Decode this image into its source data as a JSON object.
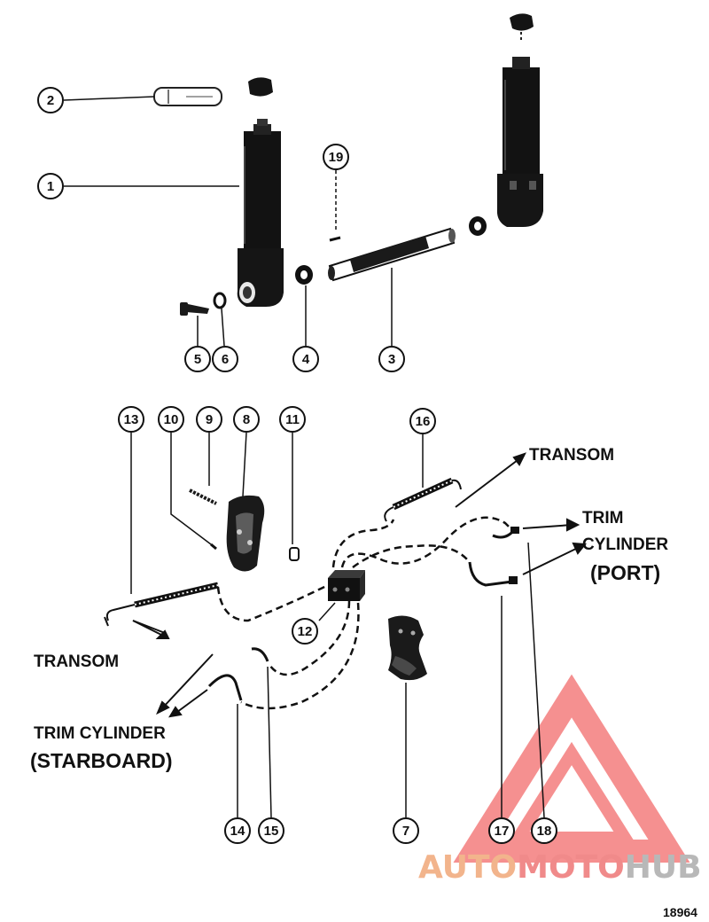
{
  "callouts": {
    "c1": "1",
    "c2": "2",
    "c3": "3",
    "c4": "4",
    "c5": "5",
    "c6": "6",
    "c7": "7",
    "c8": "8",
    "c9": "9",
    "c10": "10",
    "c11": "11",
    "c12": "12",
    "c13": "13",
    "c14": "14",
    "c15": "15",
    "c16": "16",
    "c17": "17",
    "c18": "18",
    "c19": "19"
  },
  "labels": {
    "transom_top": "TRANSOM",
    "trim_port_line1": "TRIM",
    "trim_port_line2": "CYLINDER",
    "trim_port_line3": "(PORT)",
    "transom_left": "TRANSOM",
    "trim_starboard_line1": "TRIM CYLINDER",
    "trim_starboard_line2": "(STARBOARD)"
  },
  "watermark": {
    "part1": "AUTO",
    "part2": "MOTO",
    "part3": "HUB",
    "colors": {
      "auto": "#f2b48c",
      "moto": "#f08a8a",
      "hub": "#b8b8b8",
      "triangle": "#f26b6b"
    }
  },
  "figure_number": "18964"
}
